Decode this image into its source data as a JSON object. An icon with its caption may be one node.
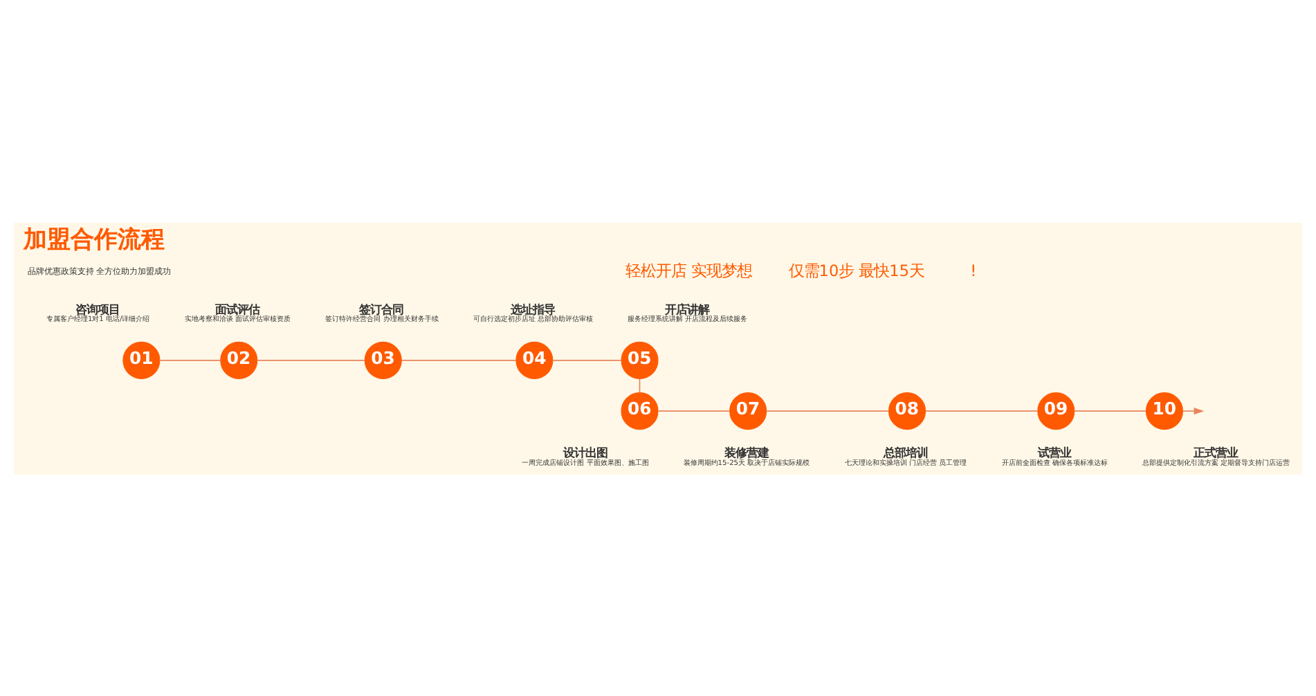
{
  "diagram": {
    "title": "加盟合作流程",
    "nodes": [
      {
        "text": [
          "01"
        ],
        "beside": [
          "咨询项目",
          "专属客户经理1对1 电话/详细介绍"
        ]
      },
      {
        "text": [
          "02"
        ],
        "beside": [
          "面试评估",
          "实地考察和洽谈 面试评估审核资质"
        ]
      },
      {
        "text": [
          "03"
        ],
        "beside": [
          "签订合同",
          "签订特许经营合同 办理相关财务手续"
        ]
      },
      {
        "text": [
          "04"
        ],
        "beside": [
          "选址指导",
          "可自行选定初步店址 总部协助评估审核"
        ]
      },
      {
        "text": [
          "05"
        ],
        "beside": [
          "开店讲解",
          "服务经理系统讲解 开店流程及后续服务"
        ]
      },
      {
        "text": [
          "06"
        ],
        "beside": [
          "设计出图",
          "一周完成店铺设计图 平面效果图、施工图"
        ]
      },
      {
        "text": [
          "07"
        ],
        "beside": [
          "装修营建",
          "装修周期约15-25天 取决于店铺实际规模"
        ]
      },
      {
        "text": [
          "08"
        ],
        "beside": [
          "总部培训",
          "七天理论和实操培训 门店经营 员工管理"
        ]
      },
      {
        "text": [
          "09"
        ],
        "beside": [
          "试营业",
          "开店前全面检查 确保各项标准达标"
        ]
      },
      {
        "text": [
          "10"
        ],
        "beside": [
          "正式营业",
          "总部提供定制化引流方案 定期督导支持门店运营"
        ]
      }
    ],
    "edges": [
      {
        "from": 0,
        "to": 1,
        "arrow": "none"
      },
      {
        "from": 1,
        "to": 2,
        "arrow": "none"
      },
      {
        "from": 2,
        "to": 3,
        "arrow": "none"
      },
      {
        "from": 3,
        "to": 4,
        "arrow": "none"
      },
      {
        "from": 4,
        "to": 5,
        "arrow": "none"
      },
      {
        "from": 5,
        "to": 6,
        "arrow": "none"
      },
      {
        "from": 6,
        "to": 7,
        "arrow": "none"
      },
      {
        "from": 7,
        "to": 8,
        "arrow": "none"
      },
      {
        "from": 8,
        "to": 9,
        "arrow": "none"
      },
      {
        "from": 9,
        "to": null,
        "arrow": "to"
      }
    ],
    "labels": [
      "品牌优惠政策支持 全方位助力加盟成功",
      "仅需10步 最快15天",
      "!",
      "轻松开店 实现梦想"
    ]
  }
}
